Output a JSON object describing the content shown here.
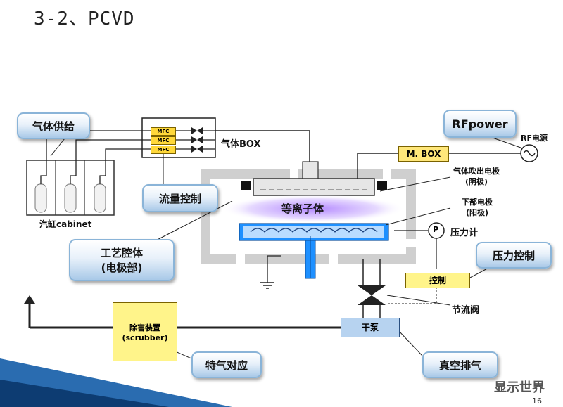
{
  "title": "3-2、PCVD",
  "callouts": {
    "gas_supply": "气体供给",
    "flow_control": "流量控制",
    "rf_power": "RFpower",
    "process_chamber_line1": "工艺腔体",
    "process_chamber_line2": "(电极部)",
    "pressure_control": "压力控制",
    "gas_treatment": "特气对应",
    "vacuum_exhaust": "真空排气"
  },
  "labels": {
    "cabinet": "汽缸cabinet",
    "gas_box": "气体BOX",
    "rf_source": "RF电源",
    "m_box": "M. BOX",
    "upper_electrode_line1": "气体吹出电极",
    "upper_electrode_line2": "(阴极)",
    "lower_electrode_line1": "下部电极",
    "lower_electrode_line2": "(阳极)",
    "plasma": "等离子体",
    "pressure_gauge_symbol": "P",
    "pressure_gauge": "压力计",
    "control": "控制",
    "throttle_valve": "节流阀",
    "dry_pump": "干泵",
    "scrubber_line1": "除害装置",
    "scrubber_line2": "(scrubber)",
    "mfc": [
      "MFC",
      "MFC",
      "MFC"
    ]
  },
  "watermark": "显示世界",
  "page_number": "16",
  "colors": {
    "callout_border": "#8ab4d8",
    "electrode_blue": "#1e90ff",
    "plasma_purple": "#c9a7ff",
    "mfc_yellow": "#ffd83a",
    "scrubber_yellow": "#fff48a",
    "pump_blue": "#b7d3f0",
    "chamber_gray": "#d6d6d6"
  }
}
